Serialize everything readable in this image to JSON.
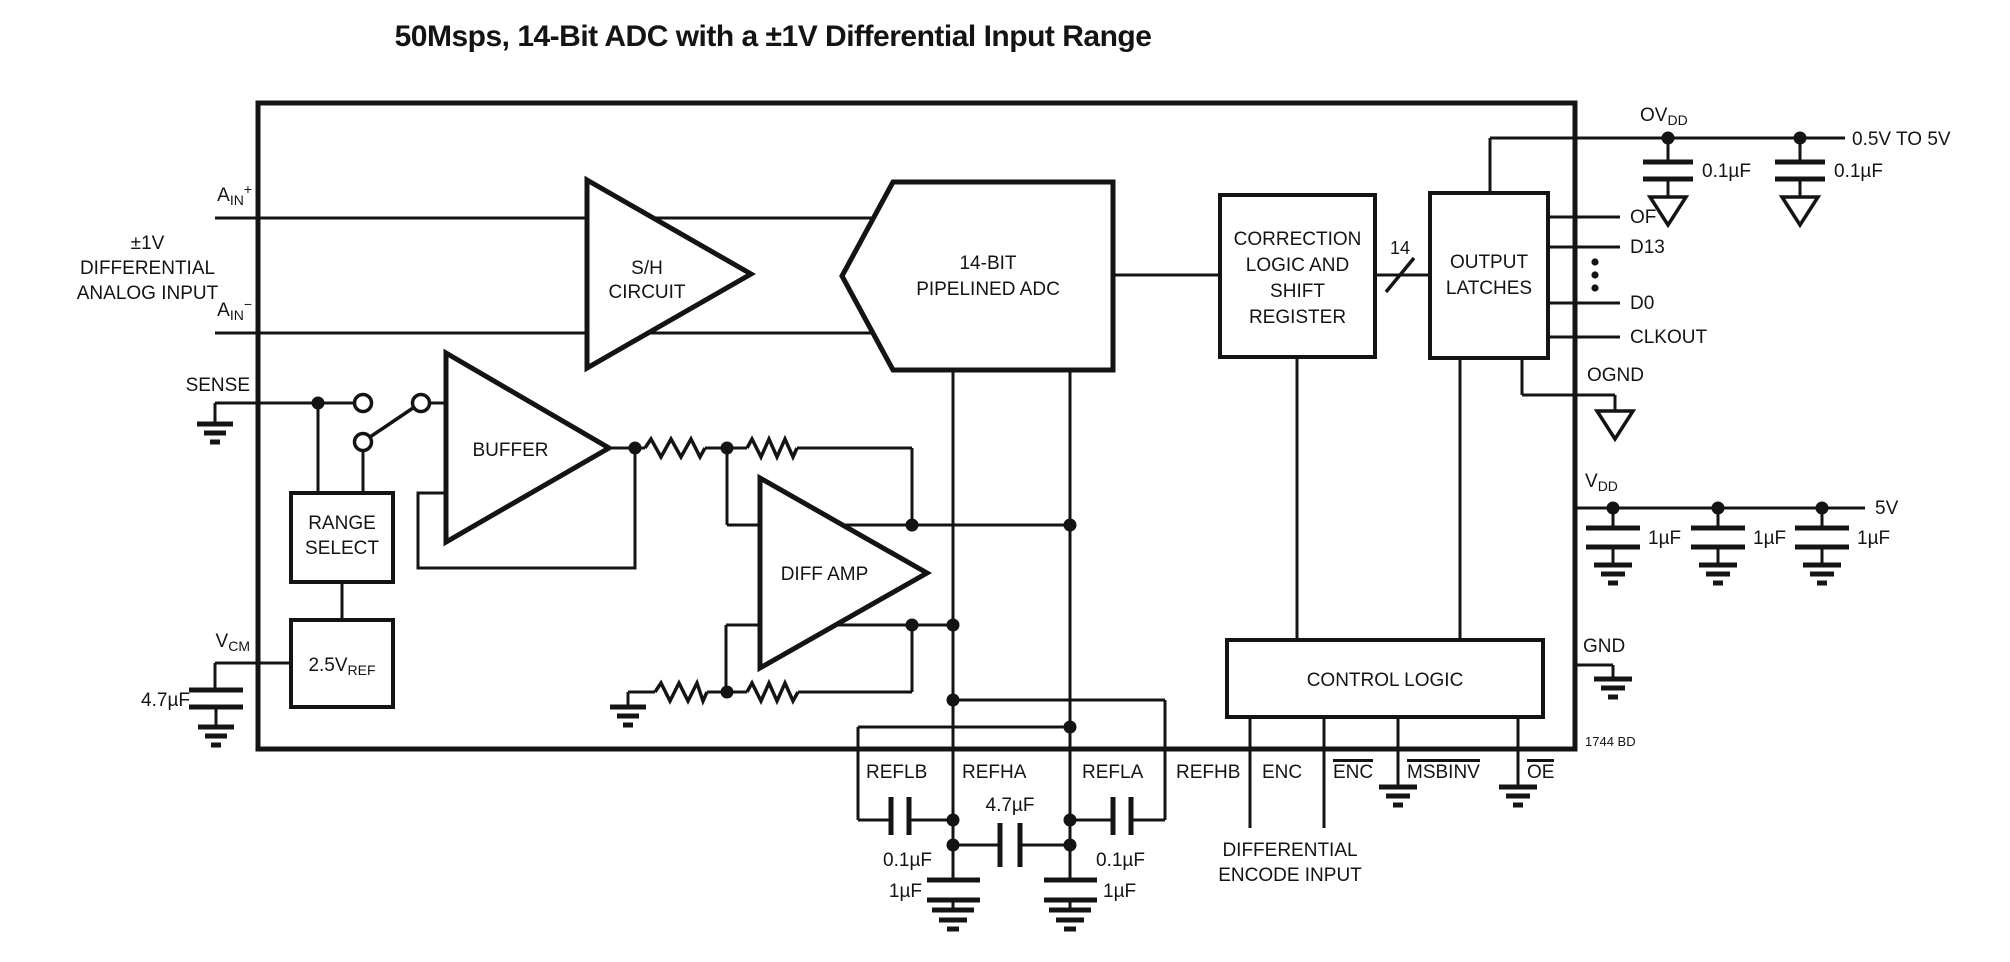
{
  "title": "50Msps, 14-Bit ADC with a ±1V Differential Input Range",
  "io": {
    "ain_plus": {
      "base": "A",
      "sub": "IN",
      "sup": "+"
    },
    "ain_minus": {
      "base": "A",
      "sub": "IN",
      "sup": "−"
    },
    "input_desc": [
      "±1V",
      "DIFFERENTIAL",
      "ANALOG INPUT"
    ],
    "sense": "SENSE",
    "vcm": {
      "base": "V",
      "sub": "CM"
    },
    "vcm_cap": "4.7µF"
  },
  "blocks": {
    "sh": [
      "S/H",
      "CIRCUIT"
    ],
    "buffer": "BUFFER",
    "diff_amp": "DIFF AMP",
    "range_select": [
      "RANGE",
      "SELECT"
    ],
    "vref": {
      "base": "2.5V",
      "sub": "REF"
    },
    "adc": [
      "14-BIT",
      "PIPELINED ADC"
    ],
    "correction": [
      "CORRECTION",
      "LOGIC AND",
      "SHIFT",
      "REGISTER"
    ],
    "output_latches": [
      "OUTPUT",
      "LATCHES"
    ],
    "control_logic": "CONTROL LOGIC"
  },
  "bus": {
    "width": "14"
  },
  "outputs": [
    "OF",
    "D13",
    "D0",
    "CLKOUT"
  ],
  "power": {
    "ovdd": {
      "base": "OV",
      "sub": "DD"
    },
    "ovdd_range": "0.5V TO 5V",
    "ovdd_caps": [
      "0.1µF",
      "0.1µF"
    ],
    "ognd": "OGND",
    "vdd": {
      "base": "V",
      "sub": "DD"
    },
    "vdd_rail": "5V",
    "vdd_caps": [
      "1µF",
      "1µF",
      "1µF"
    ],
    "gnd": "GND"
  },
  "refs": {
    "pins": [
      "REFLB",
      "REFHA",
      "REFLA",
      "REFHB"
    ],
    "cap_47": "4.7µF",
    "cap_01_left": "0.1µF",
    "cap_1_left": "1µF",
    "cap_01_right": "0.1µF",
    "cap_1_right": "1µF"
  },
  "encode": {
    "enc": "ENC",
    "enc_bar": "ENC",
    "msbinv": "MSBINV",
    "oe": "OE",
    "desc": [
      "DIFFERENTIAL",
      "ENCODE INPUT"
    ]
  },
  "footer": {
    "code": "1744 BD"
  }
}
